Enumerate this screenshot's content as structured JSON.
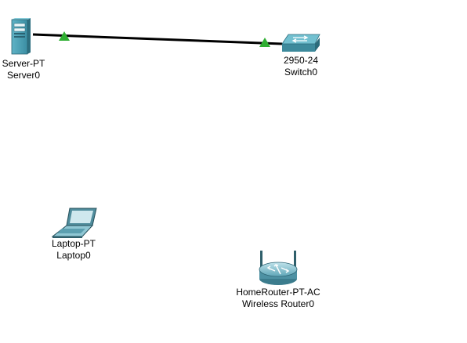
{
  "colors": {
    "canvas_background": "#ffffff",
    "link_cable": "#000000",
    "link_status_up": "#2fae32",
    "label_text": "#000000"
  },
  "devices": {
    "server": {
      "model": "Server-PT",
      "name": "Server0",
      "icon": "server-icon"
    },
    "switch": {
      "model": "2950-24",
      "name": "Switch0",
      "icon": "switch-icon"
    },
    "laptop": {
      "model": "Laptop-PT",
      "name": "Laptop0",
      "icon": "laptop-icon"
    },
    "router": {
      "model": "HomeRouter-PT-AC",
      "name": "Wireless Router0",
      "icon": "wireless-router-icon"
    }
  },
  "links": [
    {
      "from": "Server0",
      "to": "Switch0",
      "status_from": "up",
      "status_to": "up"
    }
  ]
}
